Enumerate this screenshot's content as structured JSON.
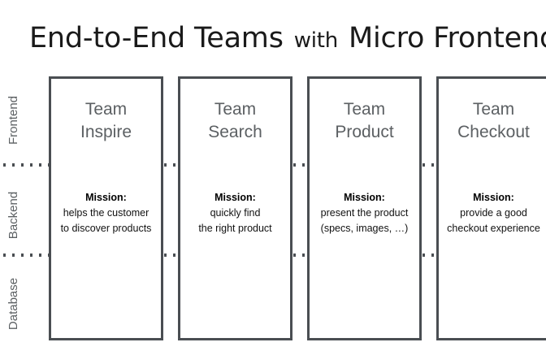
{
  "title": {
    "main_before": "End-to-End Teams",
    "small": "with",
    "main_after": "Micro Frontends"
  },
  "layers": [
    {
      "id": "frontend",
      "label": "Frontend"
    },
    {
      "id": "backend",
      "label": "Backend"
    },
    {
      "id": "database",
      "label": "Database"
    }
  ],
  "teams": [
    {
      "name_line1": "Team",
      "name_line2": "Inspire",
      "mission_label": "Mission:",
      "mission_line1": "helps the customer",
      "mission_line2": "to discover products"
    },
    {
      "name_line1": "Team",
      "name_line2": "Search",
      "mission_label": "Mission:",
      "mission_line1": "quickly find",
      "mission_line2": "the right product"
    },
    {
      "name_line1": "Team",
      "name_line2": "Product",
      "mission_label": "Mission:",
      "mission_line1": "present the product",
      "mission_line2": "(specs, images, …)"
    },
    {
      "name_line1": "Team",
      "name_line2": "Checkout",
      "mission_label": "Mission:",
      "mission_line1": "provide a good",
      "mission_line2": "checkout experience"
    }
  ],
  "colors": {
    "background": "#ffffff",
    "box_border": "#4a4e52",
    "team_name": "#5c6063",
    "layer_label": "#5c6063",
    "title": "#1a1a1a",
    "mission": "#111111",
    "dotted_line": "#4a4e52"
  }
}
